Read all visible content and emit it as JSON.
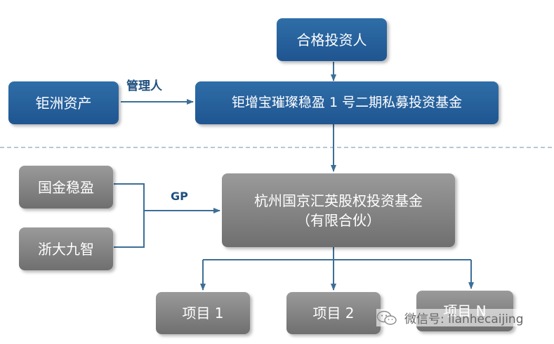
{
  "nodes": {
    "investor": "合格投资人",
    "manager": "钜洲资产",
    "fund": "钜增宝璀璨稳盈 1 号二期私募投资基金",
    "gp1": "国金稳盈",
    "gp2": "浙大九智",
    "partnership_line1": "杭州国京汇英股权投资基金",
    "partnership_line2": "（有限合伙）",
    "project1": "项目 1",
    "project2": "项目 2",
    "projectN": "项目 N"
  },
  "edge_labels": {
    "manager": "管理人",
    "gp": "GP"
  },
  "watermark": "微信号: lianhecaijing",
  "colors": {
    "blue_box": "#245e9c",
    "gray_box": "#7f7f7f",
    "connector": "#3d6e96",
    "dashed_line": "#8aa6c0"
  }
}
